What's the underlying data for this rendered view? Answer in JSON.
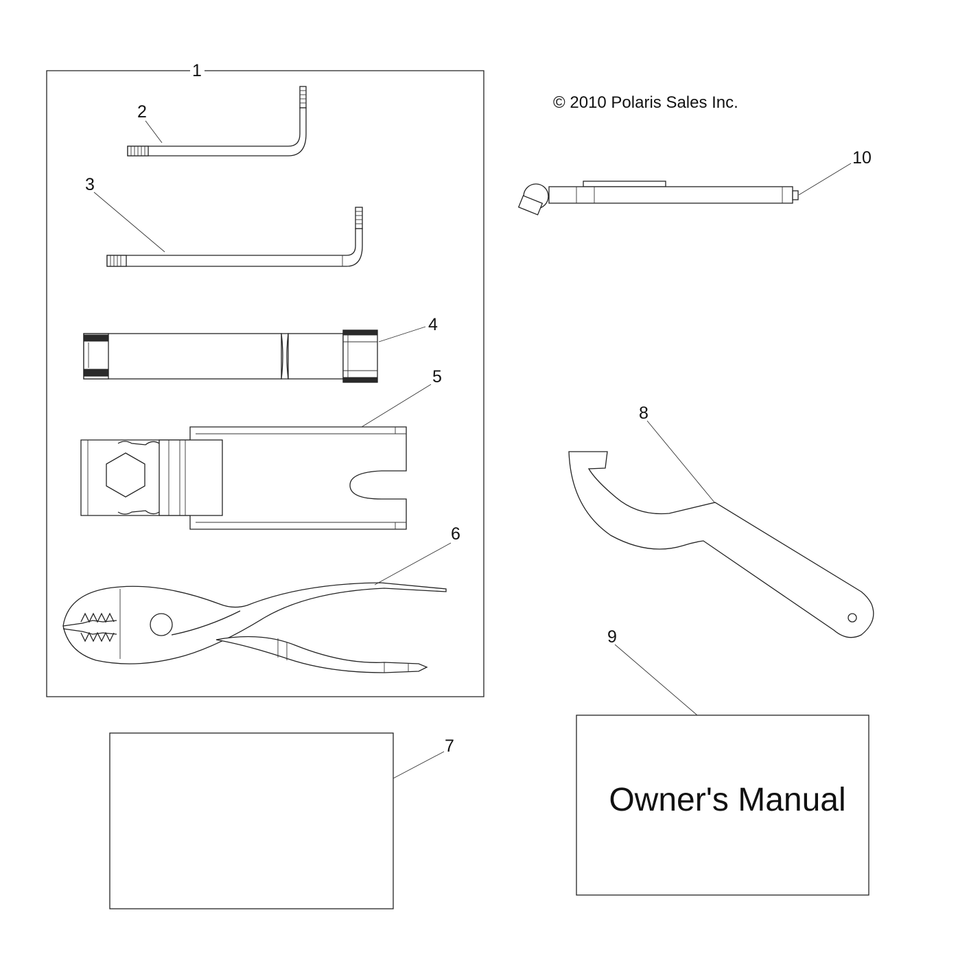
{
  "copyright": "© 2010 Polaris Sales Inc.",
  "owners_manual_text": "Owner's Manual",
  "callouts": [
    {
      "number": "1",
      "part": "kit-outline"
    },
    {
      "number": "2",
      "part": "short-l-wrench"
    },
    {
      "number": "3",
      "part": "long-l-wrench"
    },
    {
      "number": "4",
      "part": "socket-tube"
    },
    {
      "number": "5",
      "part": "spanner-plate"
    },
    {
      "number": "6",
      "part": "pliers"
    },
    {
      "number": "7",
      "part": "blank-card"
    },
    {
      "number": "8",
      "part": "hook-spanner"
    },
    {
      "number": "9",
      "part": "owners-manual"
    },
    {
      "number": "10",
      "part": "ratchet-handle"
    }
  ],
  "colors": {
    "line": "#222222",
    "background": "#ffffff",
    "text": "#111111"
  }
}
